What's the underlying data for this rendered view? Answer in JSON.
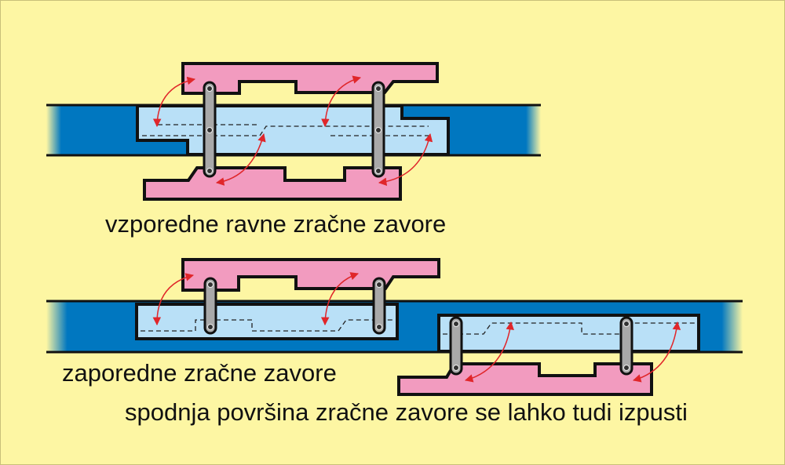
{
  "labels": {
    "parallel": "vzporedne ravne zračne zavore",
    "serial": "zaporedne zračne zavore",
    "note": "spodnja površina zračne zavore se lahko tudi izpusti"
  },
  "colors": {
    "background": "#fdf6a3",
    "flap": "#f29bbf",
    "slider": "#b9e0f7",
    "wing": "#0077c0",
    "arrow": "#e0262a"
  }
}
